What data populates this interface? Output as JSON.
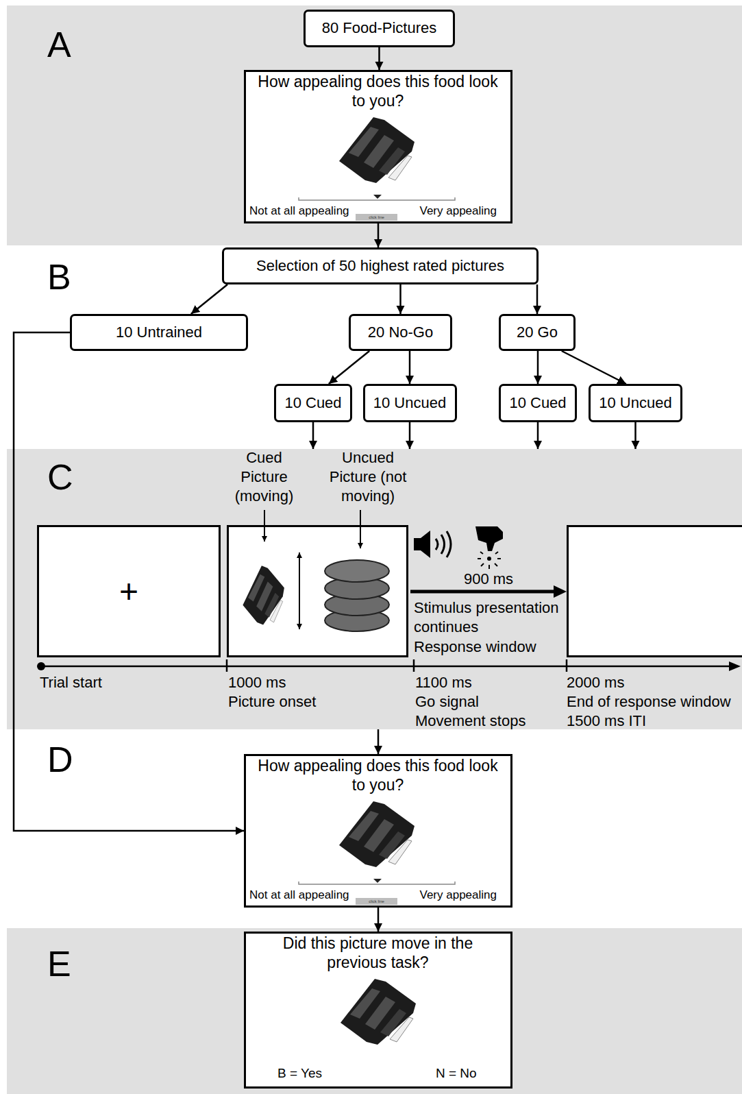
{
  "diagram": {
    "nodes": [
      {
        "text": [
          "80 Food-Pictures"
        ]
      },
      {
        "text": [
          "How appealing does this food look to you?",
          "Not at all appealing",
          "click line",
          "Very appealing"
        ]
      },
      {
        "text": [
          "Selection of 50 highest rated pictures"
        ]
      },
      {
        "text": [
          "10 Untrained"
        ]
      },
      {
        "text": [
          "20 No-Go"
        ]
      },
      {
        "text": [
          "20 Go"
        ]
      },
      {
        "text": [
          "10 Cued"
        ]
      },
      {
        "text": [
          "10 Uncued"
        ]
      },
      {
        "text": [
          "10 Cued"
        ]
      },
      {
        "text": [
          "10 Uncued"
        ]
      },
      {
        "text": [
          "C"
        ]
      },
      {
        "text": [
          "+"
        ],
        "in": 10
      },
      {
        "text": [
          "How appealing does this food look to you?",
          "Not at all appealing",
          "click line",
          "Very appealing"
        ]
      },
      {
        "text": [
          "Did this picture move in the previous task?",
          "B = Yes",
          "N = No"
        ]
      }
    ],
    "edges": [
      {
        "from": 0,
        "to": 1,
        "arrow": "to"
      },
      {
        "from": 1,
        "to": 2,
        "arrow": "to"
      },
      {
        "from": 2,
        "to": 3,
        "arrow": "to"
      },
      {
        "from": 2,
        "to": 4,
        "arrow": "to"
      },
      {
        "from": 2,
        "to": 5,
        "arrow": "to"
      },
      {
        "from": 4,
        "to": 6,
        "arrow": "to"
      },
      {
        "from": 4,
        "to": 7,
        "arrow": "to"
      },
      {
        "from": 5,
        "to": 8,
        "arrow": "to"
      },
      {
        "from": 5,
        "to": 9,
        "arrow": "to"
      },
      {
        "from": 6,
        "to": 10,
        "arrow": "to"
      },
      {
        "from": 7,
        "to": 10,
        "arrow": "to"
      },
      {
        "from": 8,
        "to": 10,
        "arrow": "to"
      },
      {
        "from": 9,
        "to": 10,
        "arrow": "to"
      },
      {
        "from": 10,
        "to": 12,
        "arrow": "to"
      },
      {
        "from": 3,
        "to": 12,
        "arrow": "to"
      },
      {
        "from": 12,
        "to": 13,
        "arrow": "to"
      }
    ],
    "labels": [
      "A",
      "B",
      "D",
      "E",
      "Cued Picture (moving)",
      "Uncued Picture (not moving)",
      "900 ms",
      "Stimulus presentation continues",
      "Response window",
      "Trial start",
      "1000 ms",
      "Picture onset",
      "1100 ms",
      "Go signal",
      "Movement stops",
      "2000 ms",
      "End of response window",
      "1500 ms ITI"
    ]
  }
}
